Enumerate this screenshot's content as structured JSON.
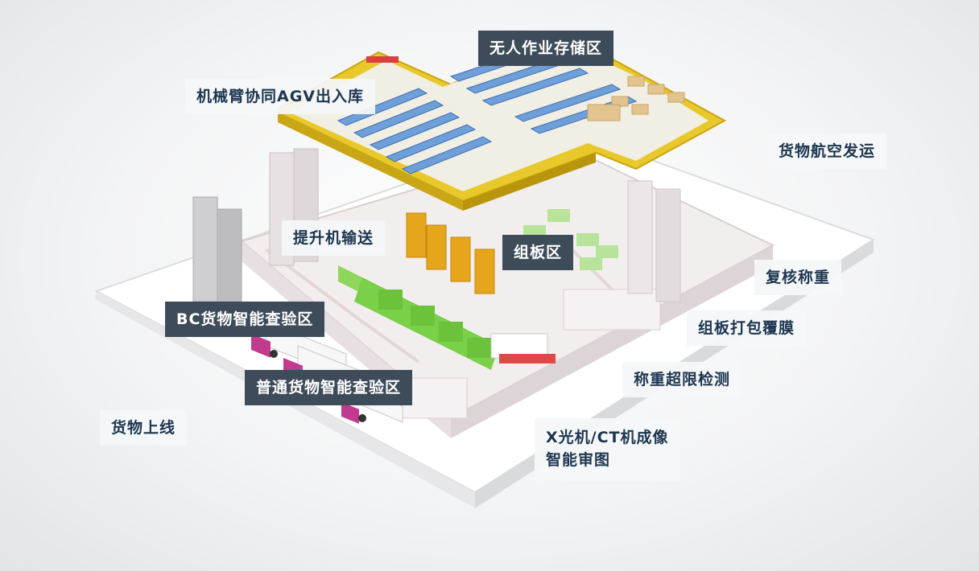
{
  "labels": {
    "storage": "无人作业存储区",
    "agv": "机械臂协同AGV出入库",
    "air_ship": "货物航空发运",
    "lift": "提升机输送",
    "pallet": "组板区",
    "recheck": "复核称重",
    "wrap": "组板打包覆膜",
    "bc": "BC货物智能查验区",
    "overweight": "称重超限检测",
    "normal": "普通货物智能查验区",
    "online": "货物上线",
    "xray_line1": "X光机/CT机成像",
    "xray_line2": "智能审图"
  },
  "colors": {
    "label_dark_bg": "#3e4c59",
    "label_light_bg": "#f4f6f8",
    "label_light_text": "#1d3650",
    "mezzanine_yellow": "#e8c82a",
    "conveyor_green": "#7bd04a",
    "machine_orange": "#e6a61c",
    "truck_cab": "#c23a8f"
  }
}
